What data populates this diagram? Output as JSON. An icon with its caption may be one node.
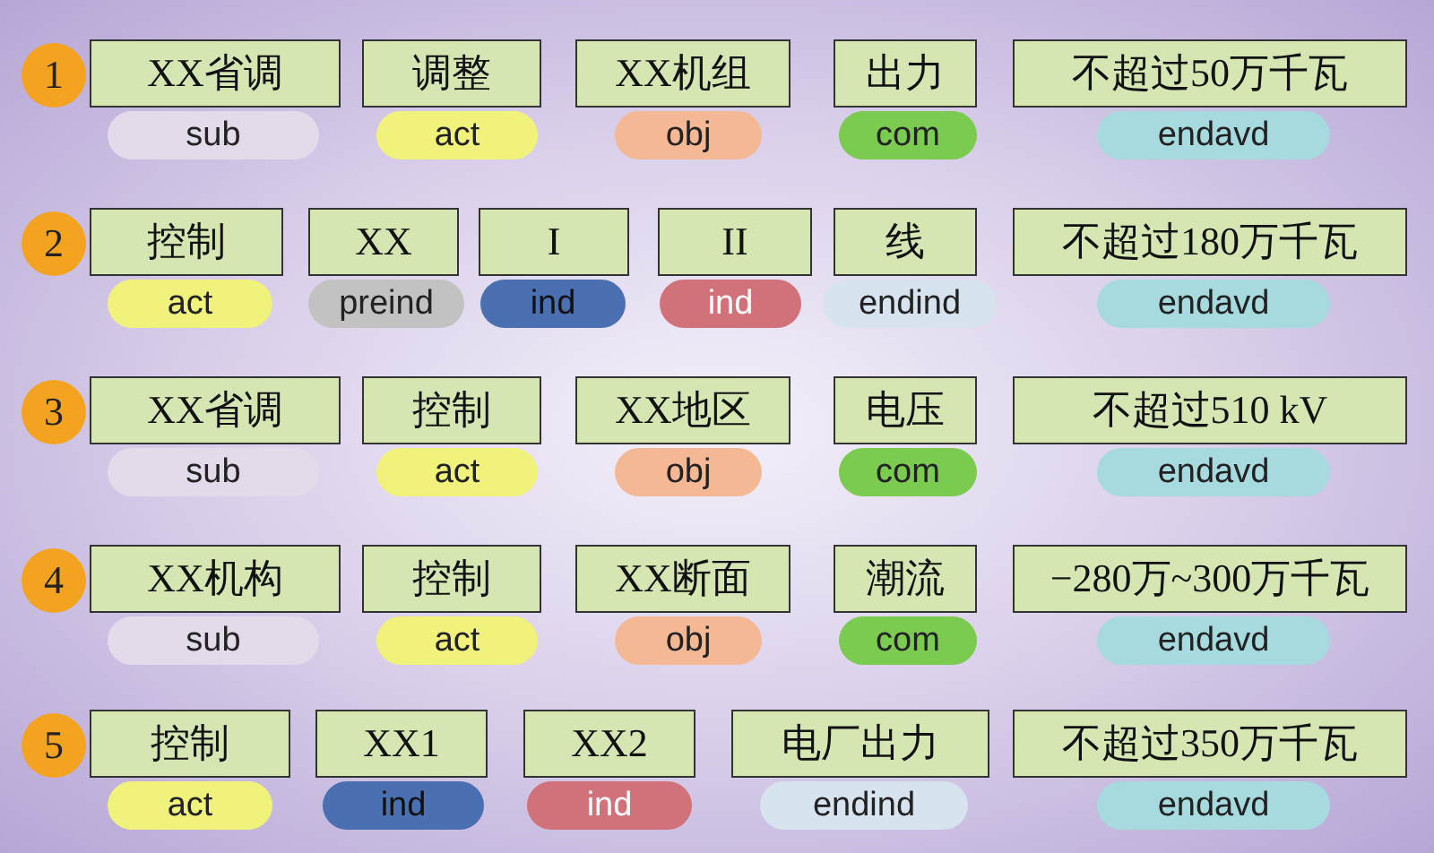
{
  "diagram": {
    "nodes": [
      {
        "text": [
          "1"
        ]
      },
      {
        "text": [
          "XX省调"
        ]
      },
      {
        "text": [
          "调整"
        ]
      },
      {
        "text": [
          "XX机组"
        ]
      },
      {
        "text": [
          "出力"
        ]
      },
      {
        "text": [
          "不超过50万千瓦"
        ]
      },
      {
        "text": [
          "sub"
        ]
      },
      {
        "text": [
          "act"
        ]
      },
      {
        "text": [
          "obj"
        ]
      },
      {
        "text": [
          "com"
        ]
      },
      {
        "text": [
          "endavd"
        ]
      },
      {
        "text": [
          "2"
        ]
      },
      {
        "text": [
          "控制"
        ]
      },
      {
        "text": [
          "XX"
        ]
      },
      {
        "text": [
          "I"
        ]
      },
      {
        "text": [
          "II"
        ]
      },
      {
        "text": [
          "线"
        ]
      },
      {
        "text": [
          "不超过180万千瓦"
        ]
      },
      {
        "text": [
          "act"
        ]
      },
      {
        "text": [
          "preind"
        ]
      },
      {
        "text": [
          "ind"
        ]
      },
      {
        "text": [
          "ind"
        ]
      },
      {
        "text": [
          "endind"
        ]
      },
      {
        "text": [
          "endavd"
        ]
      },
      {
        "text": [
          "3"
        ]
      },
      {
        "text": [
          "XX省调"
        ]
      },
      {
        "text": [
          "控制"
        ]
      },
      {
        "text": [
          "XX地区"
        ]
      },
      {
        "text": [
          "电压"
        ]
      },
      {
        "text": [
          "不超过510 kV"
        ]
      },
      {
        "text": [
          "sub"
        ]
      },
      {
        "text": [
          "act"
        ]
      },
      {
        "text": [
          "obj"
        ]
      },
      {
        "text": [
          "com"
        ]
      },
      {
        "text": [
          "endavd"
        ]
      },
      {
        "text": [
          "4"
        ]
      },
      {
        "text": [
          "XX机构"
        ]
      },
      {
        "text": [
          "控制"
        ]
      },
      {
        "text": [
          "XX断面"
        ]
      },
      {
        "text": [
          "潮流"
        ]
      },
      {
        "text": [
          "−280万~300万千瓦"
        ]
      },
      {
        "text": [
          "sub"
        ]
      },
      {
        "text": [
          "act"
        ]
      },
      {
        "text": [
          "obj"
        ]
      },
      {
        "text": [
          "com"
        ]
      },
      {
        "text": [
          "endavd"
        ]
      },
      {
        "text": [
          "5"
        ]
      },
      {
        "text": [
          "控制"
        ]
      },
      {
        "text": [
          "XX1"
        ]
      },
      {
        "text": [
          "XX2"
        ]
      },
      {
        "text": [
          "电厂出力"
        ]
      },
      {
        "text": [
          "不超过350万千瓦"
        ]
      },
      {
        "text": [
          "act"
        ]
      },
      {
        "text": [
          "ind"
        ]
      },
      {
        "text": [
          "ind"
        ]
      },
      {
        "text": [
          "endind"
        ]
      },
      {
        "text": [
          "endavd"
        ]
      }
    ],
    "edges": []
  }
}
